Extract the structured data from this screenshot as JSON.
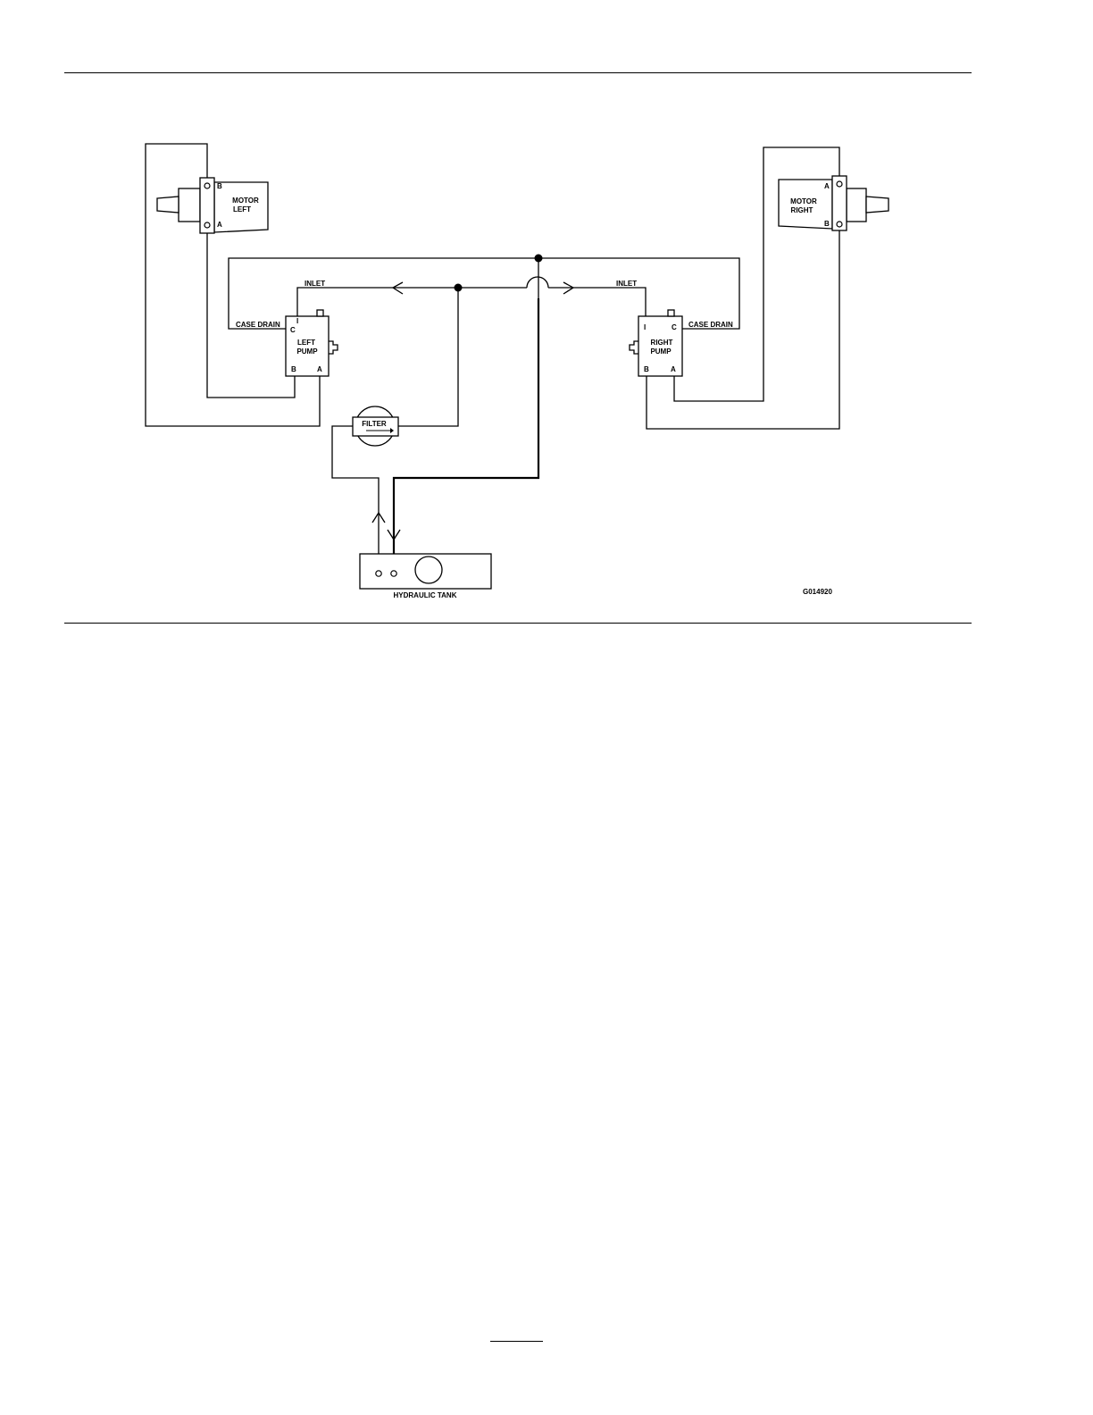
{
  "diagram": {
    "motor_left": {
      "line1": "MOTOR",
      "line2": "LEFT",
      "port_top": "B",
      "port_bottom": "A"
    },
    "motor_right": {
      "line1": "MOTOR",
      "line2": "RIGHT",
      "port_top": "A",
      "port_bottom": "B"
    },
    "left_pump": {
      "line1": "LEFT",
      "line2": "PUMP",
      "port_i": "I",
      "port_c": "C",
      "port_b": "B",
      "port_a": "A"
    },
    "right_pump": {
      "line1": "RIGHT",
      "line2": "PUMP",
      "port_i": "I",
      "port_c": "C",
      "port_b": "B",
      "port_a": "A"
    },
    "labels": {
      "inlet_left": "INLET",
      "inlet_right": "INLET",
      "case_drain_left": "CASE DRAIN",
      "case_drain_right": "CASE DRAIN",
      "filter": "FILTER",
      "hydraulic_tank": "HYDRAULIC TANK",
      "figure_id": "G014920"
    }
  }
}
